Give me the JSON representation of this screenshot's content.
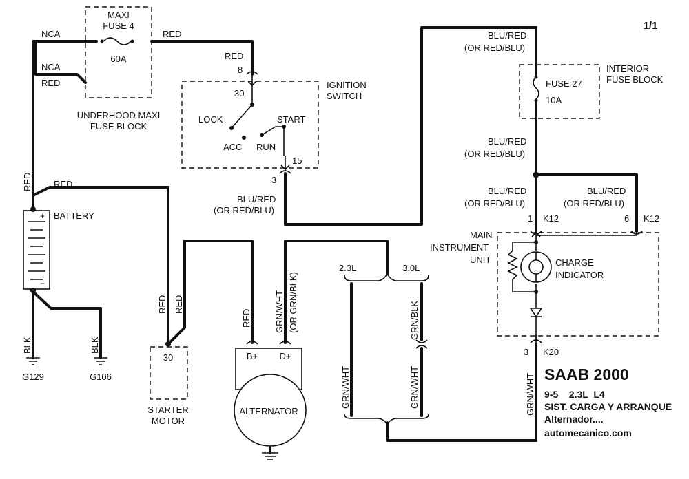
{
  "page": "1/1",
  "fuse_block": {
    "label_1": "MAXI",
    "label_2": "FUSE 4",
    "rating": "60A",
    "name_1": "UNDERHOOD MAXI",
    "name_2": "FUSE BLOCK"
  },
  "wires": {
    "nca": "NCA",
    "red": "RED",
    "blk": "BLK",
    "blu_red": "BLU/RED",
    "or_red_blu": "(OR RED/BLU)",
    "grn_wht": "GRN/WHT",
    "or_grn_blk": "(OR GRN/BLK)",
    "grn_blk": "GRN/BLK"
  },
  "ignition": {
    "name_1": "IGNITION",
    "name_2": "SWITCH",
    "lock": "LOCK",
    "acc": "ACC",
    "run": "RUN",
    "start": "START",
    "pin_in": "30",
    "pin_out": "15",
    "conn_in": "8",
    "conn_out": "3"
  },
  "battery": {
    "label": "BATTERY",
    "plus": "+",
    "minus": "−"
  },
  "grounds": {
    "g1": "G129",
    "g2": "G106"
  },
  "starter": {
    "pin": "30",
    "name_1": "STARTER",
    "name_2": "MOTOR"
  },
  "alternator": {
    "name": "ALTERNATOR",
    "b_plus": "B+",
    "d_plus": "D+"
  },
  "engine": {
    "e1": "2.3L",
    "e2": "3.0L"
  },
  "interior_fuse": {
    "fuse": "FUSE 27",
    "rating": "10A",
    "name_1": "INTERIOR",
    "name_2": "FUSE BLOCK"
  },
  "instrument": {
    "name_1": "MAIN",
    "name_2": "INSTRUMENT",
    "name_3": "UNIT",
    "ind_1": "CHARGE",
    "ind_2": "INDICATOR",
    "pin1": "1",
    "pin6": "6",
    "conn_k12": "K12",
    "pin3": "3",
    "conn_k20": "K20"
  },
  "title": {
    "model": "SAAB 2000",
    "engine": "9-5    2.3L  L4",
    "system": "SIST. CARGA Y ARRANQUE",
    "sub": "Alternador....",
    "site": "automecanico.com"
  }
}
